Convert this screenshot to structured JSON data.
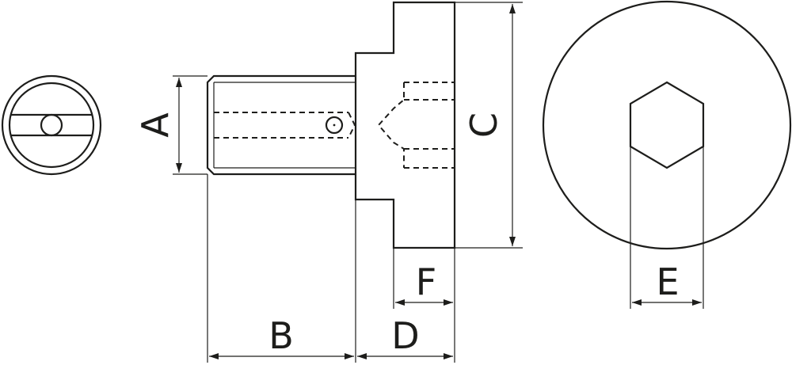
{
  "dimensions": {
    "a": "A",
    "b": "B",
    "c": "C",
    "d": "D",
    "e": "E",
    "f": "F"
  },
  "colors": {
    "stroke": "#1d1d1b",
    "background": "#ffffff"
  }
}
